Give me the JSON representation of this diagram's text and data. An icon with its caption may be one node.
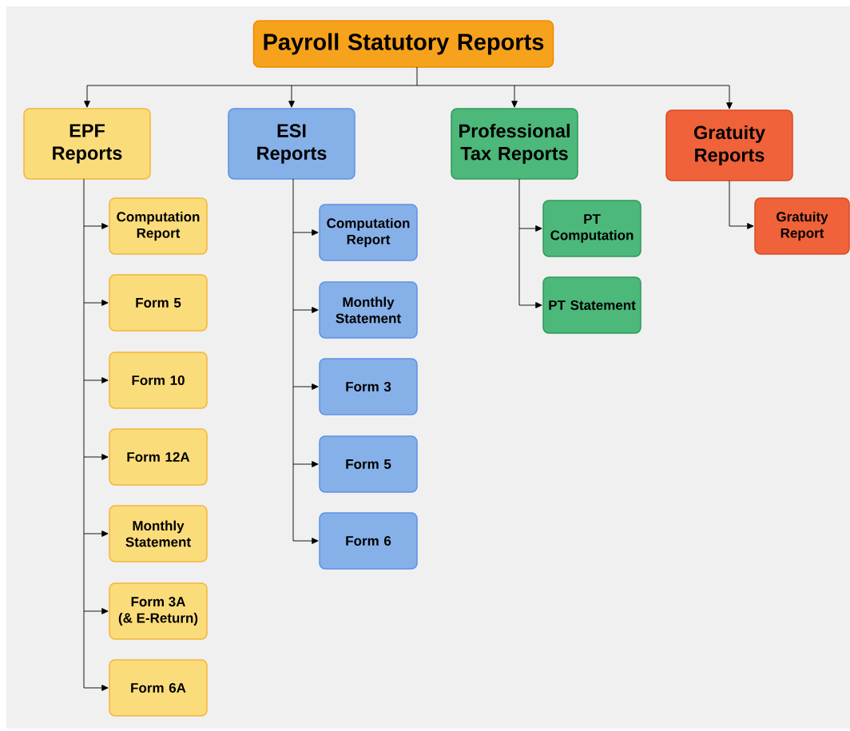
{
  "diagram": {
    "nodes": [
      {
        "text": [
          "Payroll Statutory Reports"
        ]
      },
      {
        "text": [
          "EPF Reports"
        ]
      },
      {
        "text": [
          "ESI Reports"
        ]
      },
      {
        "text": [
          "Professional Tax Reports"
        ]
      },
      {
        "text": [
          "Gratuity Reports"
        ]
      },
      {
        "text": [
          "Computation Report"
        ]
      },
      {
        "text": [
          "Form 5"
        ]
      },
      {
        "text": [
          "Form 10"
        ]
      },
      {
        "text": [
          "Form 12A"
        ]
      },
      {
        "text": [
          "Monthly Statement"
        ]
      },
      {
        "text": [
          "Form 3A (& E-Return)"
        ]
      },
      {
        "text": [
          "Form 6A"
        ]
      },
      {
        "text": [
          "Computation Report"
        ]
      },
      {
        "text": [
          "Monthly Statement"
        ]
      },
      {
        "text": [
          "Form 3"
        ]
      },
      {
        "text": [
          "Form 5"
        ]
      },
      {
        "text": [
          "Form 6"
        ]
      },
      {
        "text": [
          "PT Computation"
        ]
      },
      {
        "text": [
          "PT Statement"
        ]
      },
      {
        "text": [
          "Gratuity Report"
        ]
      }
    ],
    "edges": [
      {
        "from": 0,
        "to": 1,
        "arrow": "to"
      },
      {
        "from": 0,
        "to": 2,
        "arrow": "to"
      },
      {
        "from": 0,
        "to": 3,
        "arrow": "to"
      },
      {
        "from": 0,
        "to": 4,
        "arrow": "to"
      },
      {
        "from": 1,
        "to": 5,
        "arrow": "to"
      },
      {
        "from": 1,
        "to": 6,
        "arrow": "to"
      },
      {
        "from": 1,
        "to": 7,
        "arrow": "to"
      },
      {
        "from": 1,
        "to": 8,
        "arrow": "to"
      },
      {
        "from": 1,
        "to": 9,
        "arrow": "to"
      },
      {
        "from": 1,
        "to": 10,
        "arrow": "to"
      },
      {
        "from": 1,
        "to": 11,
        "arrow": "to"
      },
      {
        "from": 2,
        "to": 12,
        "arrow": "to"
      },
      {
        "from": 2,
        "to": 13,
        "arrow": "to"
      },
      {
        "from": 2,
        "to": 14,
        "arrow": "to"
      },
      {
        "from": 2,
        "to": 15,
        "arrow": "to"
      },
      {
        "from": 2,
        "to": 16,
        "arrow": "to"
      },
      {
        "from": 3,
        "to": 17,
        "arrow": "to"
      },
      {
        "from": 3,
        "to": 18,
        "arrow": "to"
      },
      {
        "from": 4,
        "to": 19,
        "arrow": "to"
      }
    ]
  }
}
